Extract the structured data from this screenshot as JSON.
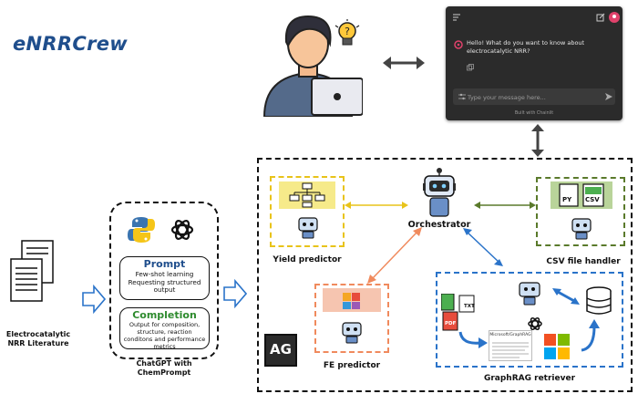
{
  "title": "eNRRCrew",
  "chat": {
    "greeting": "Hello! What do you want to know about electrocatalytic NRR?",
    "input_placeholder": "Type your message here...",
    "footer": "Built with Chainlit"
  },
  "literature_label": "Electrocatalytic\nNRR Literature",
  "chemprompt": {
    "prompt_title": "Prompt",
    "prompt_lines": "Few-shot learning\nRequesting structured\noutput",
    "completion_title": "Completion",
    "completion_lines": "Output for composition,\nstructure, reaction\nconditons and performance\nmetrics",
    "caption": "ChatGPT with\nChemPrompt"
  },
  "agents": {
    "orchestrator": "Orchestrator",
    "yield": "Yield predictor",
    "csv": "CSV file handler",
    "fe": "FE predictor",
    "graphrag": "GraphRAG retriever",
    "graphrag_inner": "Microsoft/GraphRAG",
    "file_py": "PY",
    "file_csv": "CSV",
    "file_pdf": "PDF",
    "file_txt": "TXT",
    "ag_logo": "AG"
  },
  "colors": {
    "title_blue": "#1f4e8c",
    "yield_border": "#e8c31a",
    "csv_border": "#5a7a2b",
    "fe_border": "#f08a5d",
    "graphrag_border": "#2a73c9",
    "chat_bg": "#2b2b2b"
  }
}
